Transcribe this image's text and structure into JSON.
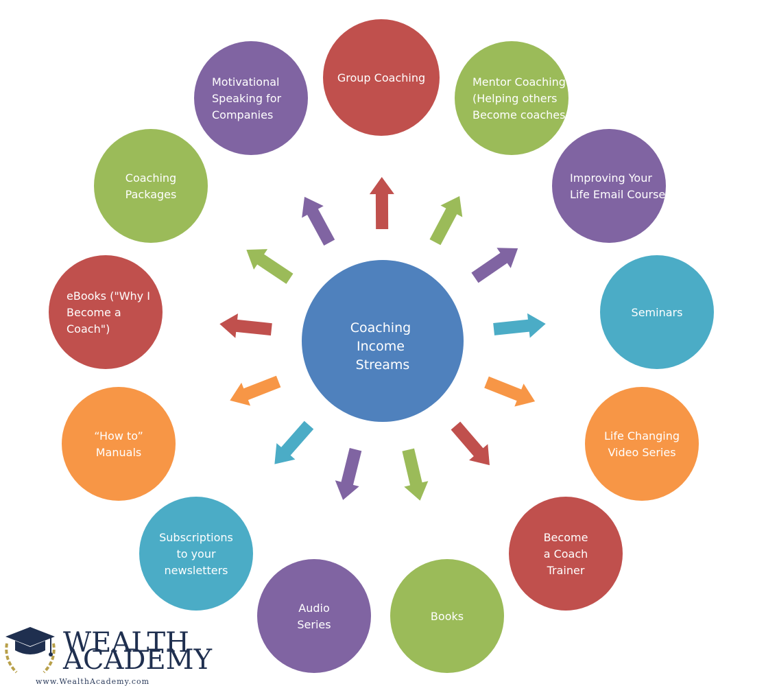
{
  "center": {
    "lines": [
      "Coaching",
      "Income",
      "Streams"
    ],
    "color": "#4f81bd"
  },
  "nodes": [
    {
      "id": "group-coaching",
      "lines": [
        "Group Coaching"
      ],
      "color": "#c0504d",
      "align": "middle"
    },
    {
      "id": "mentor-coaching",
      "lines": [
        "Mentor Coaching",
        "(Helping others",
        "Become coaches"
      ],
      "color": "#9bbb59",
      "align": "start"
    },
    {
      "id": "improving-your-life-email-course",
      "lines": [
        "Improving Your",
        "Life Email Course"
      ],
      "color": "#8064a2",
      "align": "start"
    },
    {
      "id": "seminars",
      "lines": [
        "Seminars"
      ],
      "color": "#4bacc6",
      "align": "middle"
    },
    {
      "id": "life-changing-video-series",
      "lines": [
        "Life Changing",
        "Video Series"
      ],
      "color": "#f79646",
      "align": "middle"
    },
    {
      "id": "become-a-coach-trainer",
      "lines": [
        "Become",
        "a Coach",
        "Trainer"
      ],
      "color": "#c0504d",
      "align": "middle"
    },
    {
      "id": "books",
      "lines": [
        "Books"
      ],
      "color": "#9bbb59",
      "align": "middle"
    },
    {
      "id": "audio-series",
      "lines": [
        "Audio",
        "Series"
      ],
      "color": "#8064a2",
      "align": "middle"
    },
    {
      "id": "subscriptions-to-your-newsletters",
      "lines": [
        "Subscriptions",
        "to your",
        "newsletters"
      ],
      "color": "#4bacc6",
      "align": "middle"
    },
    {
      "id": "how-to-manuals",
      "lines": [
        "“How to”",
        "Manuals"
      ],
      "color": "#f79646",
      "align": "middle"
    },
    {
      "id": "ebooks-why-i-become-a-coach",
      "lines": [
        "eBooks (\"Why I",
        "Become a",
        "Coach\")"
      ],
      "color": "#c0504d",
      "align": "start"
    },
    {
      "id": "coaching-packages",
      "lines": [
        "Coaching",
        "Packages"
      ],
      "color": "#9bbb59",
      "align": "middle"
    },
    {
      "id": "motivational-speaking-for-companies",
      "lines": [
        "Motivational",
        "Speaking for",
        "Companies"
      ],
      "color": "#8064a2",
      "align": "start"
    }
  ],
  "arrows": [
    {
      "color": "#c0504d"
    },
    {
      "color": "#9bbb59"
    },
    {
      "color": "#8064a2"
    },
    {
      "color": "#4bacc6"
    },
    {
      "color": "#f79646"
    },
    {
      "color": "#c0504d"
    },
    {
      "color": "#9bbb59"
    },
    {
      "color": "#8064a2"
    },
    {
      "color": "#4bacc6"
    },
    {
      "color": "#f79646"
    },
    {
      "color": "#c0504d"
    },
    {
      "color": "#9bbb59"
    },
    {
      "color": "#8064a2"
    }
  ],
  "branding": {
    "name_line1": "WEALTH",
    "name_line2": "ACADEMY",
    "url": "www.WealthAcademy.com",
    "color": "#1f2f4f",
    "icon": "graduation-cap-laurel-icon"
  }
}
